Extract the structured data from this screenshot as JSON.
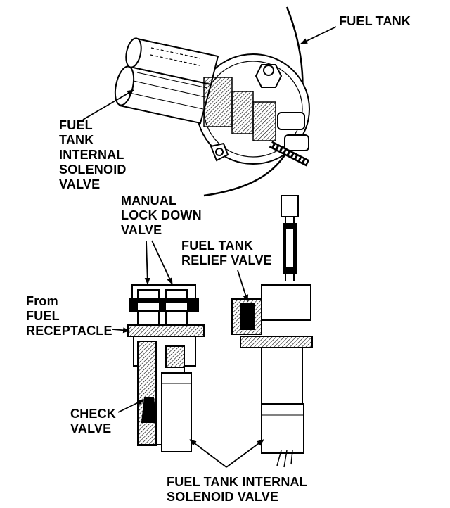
{
  "labels": {
    "fuel_tank": "FUEL TANK",
    "tank_valve_top": [
      "FUEL",
      "TANK",
      "INTERNAL",
      "SOLENOID",
      "VALVE"
    ],
    "manual_lock": [
      "MANUAL",
      "LOCK DOWN",
      "VALVE"
    ],
    "relief": [
      "FUEL TANK",
      "RELIEF VALVE"
    ],
    "from_receptacle": [
      "From",
      "FUEL",
      "RECEPTACLE"
    ],
    "check_valve": [
      "CHECK",
      "VALVE"
    ],
    "tank_valve_bottom": [
      "FUEL TANK INTERNAL",
      "SOLENOID VALVE"
    ]
  },
  "colors": {
    "ink": "#000000",
    "paper": "#ffffff",
    "shade": "#8a8a8a"
  }
}
